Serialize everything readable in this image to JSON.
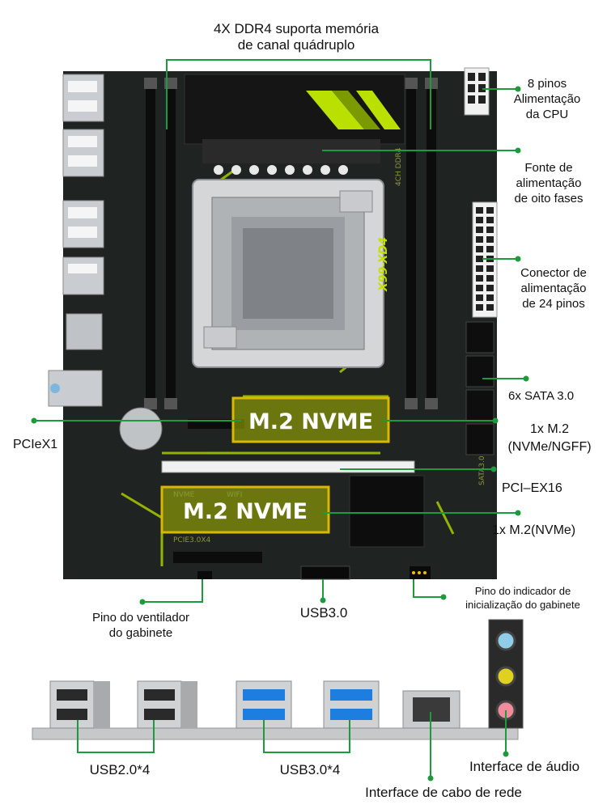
{
  "labels": {
    "ddr4": [
      "4X DDR4 suporta memória",
      "de canal quádruplo"
    ],
    "cpu_power": [
      "8 pinos",
      "Alimentação",
      "da CPU"
    ],
    "phase": [
      "Fonte de",
      "alimentação",
      "de oito fases"
    ],
    "power24": [
      "Conector de",
      "alimentação",
      "de 24 pinos"
    ],
    "sata": "6x SATA 3.0",
    "m2_top": [
      "1x M.2",
      "(NVMe/NGFF)"
    ],
    "pcie16": "PCI–EX16",
    "m2_bottom": "1x M.2(NVMe)",
    "pcie1": "PCIeX1",
    "case_led": [
      "Pino do indicador de",
      "inicialização do gabinete"
    ],
    "case_fan": [
      "Pino do ventilador",
      "do gabinete"
    ],
    "usb30_header": "USB3.0",
    "usb20_rear": "USB2.0*4",
    "usb30_rear": "USB3.0*4",
    "lan": "Interface de cabo de rede",
    "audio": "Interface de áudio"
  },
  "board": {
    "nvme_badge": "M.2 NVME",
    "model_silk": "X99-XD4",
    "ddr_silk": "4CH DDR4",
    "sata_silk": "SATA3.0",
    "pcie_silk": "PCIE3.0X4",
    "wifi_silk": "WIFI",
    "nvme_silk": "NVME"
  },
  "colors": {
    "board": "#1f2321",
    "accent": "#b9e000",
    "leader": "#1d9a3c",
    "badge_border": "#d8b800",
    "usb3_blue": "#1e7ee0"
  }
}
